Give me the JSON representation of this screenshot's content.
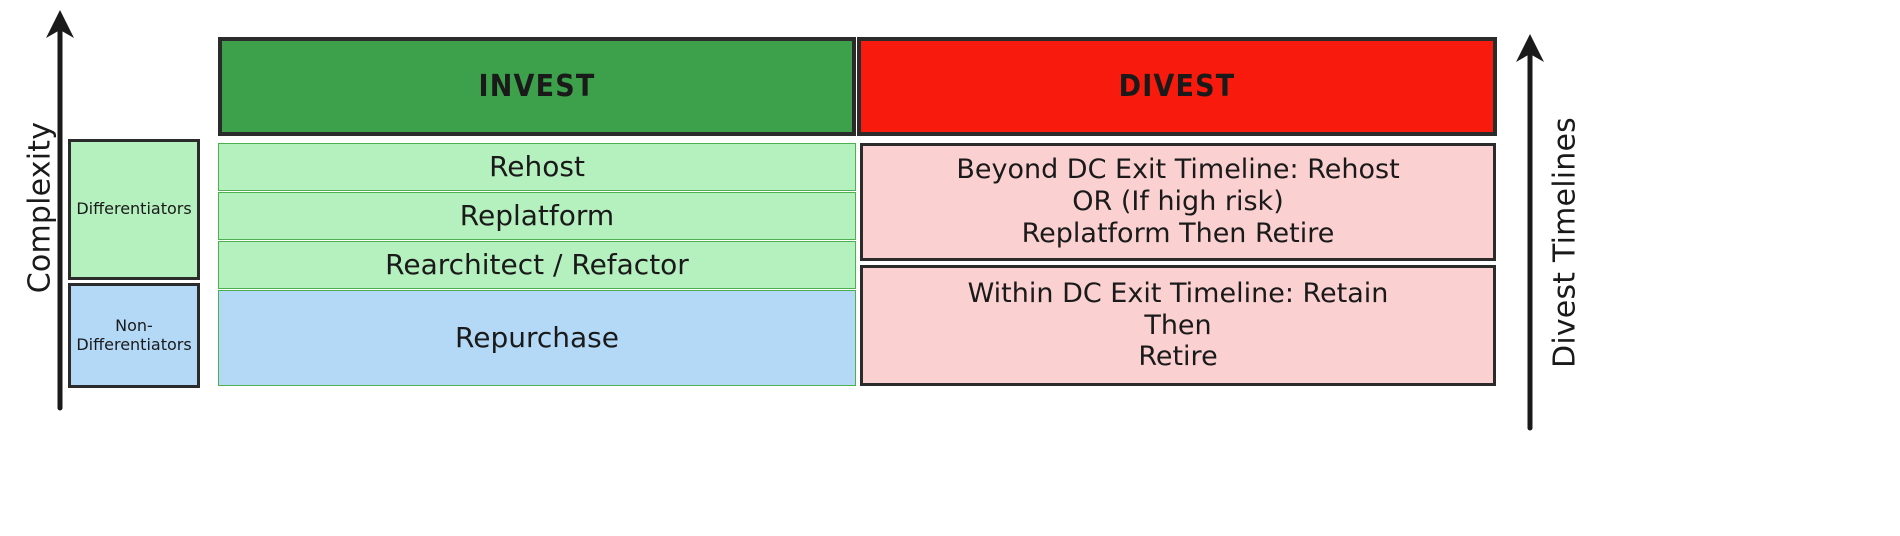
{
  "axes": {
    "left": {
      "label": "Complexity",
      "icon": "up-arrow-icon",
      "direction": "up"
    },
    "right": {
      "label": "Divest Timelines",
      "icon": "up-arrow-icon",
      "direction": "up"
    }
  },
  "categories": [
    {
      "id": "differentiators",
      "label": "Differentiators",
      "color": "#b5f0bf"
    },
    {
      "id": "non-differentiators",
      "label": "Non-\nDifferentiators",
      "line1": "Non-",
      "line2": "Differentiators",
      "color": "#b3d9f7"
    }
  ],
  "columns": {
    "invest": {
      "header": "INVEST",
      "header_color": "#3da14b",
      "rows": [
        {
          "id": "rehost",
          "label": "Rehost",
          "color": "#b5f0bf"
        },
        {
          "id": "replatform",
          "label": "Replatform",
          "color": "#b5f0bf"
        },
        {
          "id": "rearchitect",
          "label": "Rearchitect / Refactor",
          "color": "#b5f0bf"
        },
        {
          "id": "repurchase",
          "label": "Repurchase",
          "color": "#b3d9f7"
        }
      ]
    },
    "divest": {
      "header": "DIVEST",
      "header_color": "#f81a0c",
      "rows": [
        {
          "id": "beyond-dc-exit",
          "color": "#fad0d0",
          "line1": "Beyond DC Exit Timeline: Rehost",
          "line2": "OR (If high risk)",
          "line3": "Replatform Then Retire"
        },
        {
          "id": "within-dc-exit",
          "color": "#fad0d0",
          "line1": "Within DC Exit Timeline: Retain",
          "line2": "Then",
          "line3": "Retire"
        }
      ]
    }
  },
  "colors": {
    "outline": "#2b2b2b",
    "invest_green": "#3da14b",
    "divest_red": "#f81a0c",
    "light_green": "#b5f0bf",
    "light_blue": "#b3d9f7",
    "light_pink": "#fad0d0",
    "background": "#ffffff"
  }
}
